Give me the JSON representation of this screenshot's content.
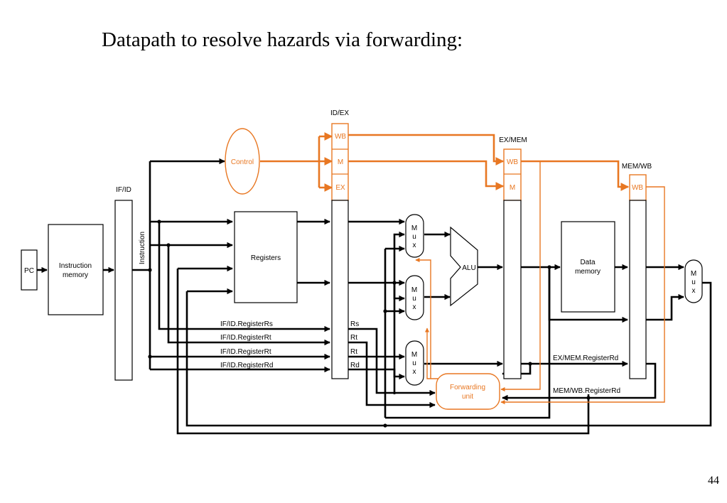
{
  "slide": {
    "title": "Datapath to resolve hazards via forwarding:",
    "page_number": "44"
  },
  "diagram": {
    "colors": {
      "control_path": "#E87722",
      "data_path": "#000000"
    },
    "components": {
      "pc": "PC",
      "instruction_memory": [
        "Instruction",
        "memory"
      ],
      "if_id_label": "IF/ID",
      "instruction_label": "Instruction",
      "control": "Control",
      "registers": "Registers",
      "id_ex_label": "ID/EX",
      "ex_mem_label": "EX/MEM",
      "mem_wb_label": "MEM/WB",
      "alu": "ALU",
      "data_memory": [
        "Data",
        "memory"
      ],
      "forwarding_unit": [
        "Forwarding",
        "unit"
      ],
      "mux_letters": [
        "M",
        "u",
        "x"
      ]
    },
    "control_fields": {
      "id_ex": [
        "WB",
        "M",
        "EX"
      ],
      "ex_mem": [
        "WB",
        "M"
      ],
      "mem_wb": [
        "WB"
      ]
    },
    "signal_labels": {
      "if_id_rs": "IF/ID.RegisterRs",
      "if_id_rt_1": "IF/ID.RegisterRt",
      "if_id_rt_2": "IF/ID.RegisterRt",
      "if_id_rd": "IF/ID.RegisterRd",
      "rs": "Rs",
      "rt_1": "Rt",
      "rt_2": "Rt",
      "rd": "Rd",
      "ex_mem_rd": "EX/MEM.RegisterRd",
      "mem_wb_rd": "MEM/WB.RegisterRd"
    }
  }
}
